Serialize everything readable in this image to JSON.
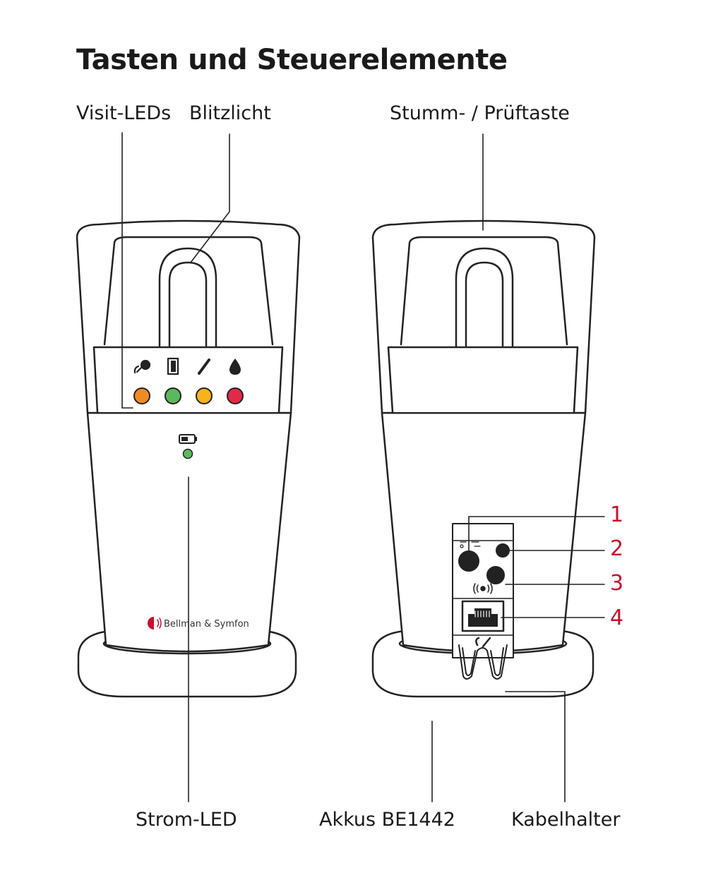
{
  "title": "Tasten und Steuerelemente",
  "labels": {
    "visit_leds": "Visit-LEDs",
    "blitzlicht": "Blitzlicht",
    "stumm_pruef": "Stumm- / Prüftaste",
    "strom_led": "Strom-LED",
    "akkus": "Akkus BE1442",
    "kabelhalter": "Kabelhalter"
  },
  "callouts": [
    "1",
    "2",
    "3",
    "4"
  ],
  "brand": "Bellman & Symfon",
  "led_colors": {
    "orange": "#f08a24",
    "green": "#5cb85c",
    "yellow": "#f5b31c",
    "red": "#e2294a",
    "power": "#5cb85c"
  },
  "icons": [
    "baby-monitor-icon",
    "door-icon",
    "phone-icon",
    "fire-icon",
    "battery-icon",
    "vibration-icon",
    "cable-icon"
  ],
  "accent_color": "#c8102e"
}
